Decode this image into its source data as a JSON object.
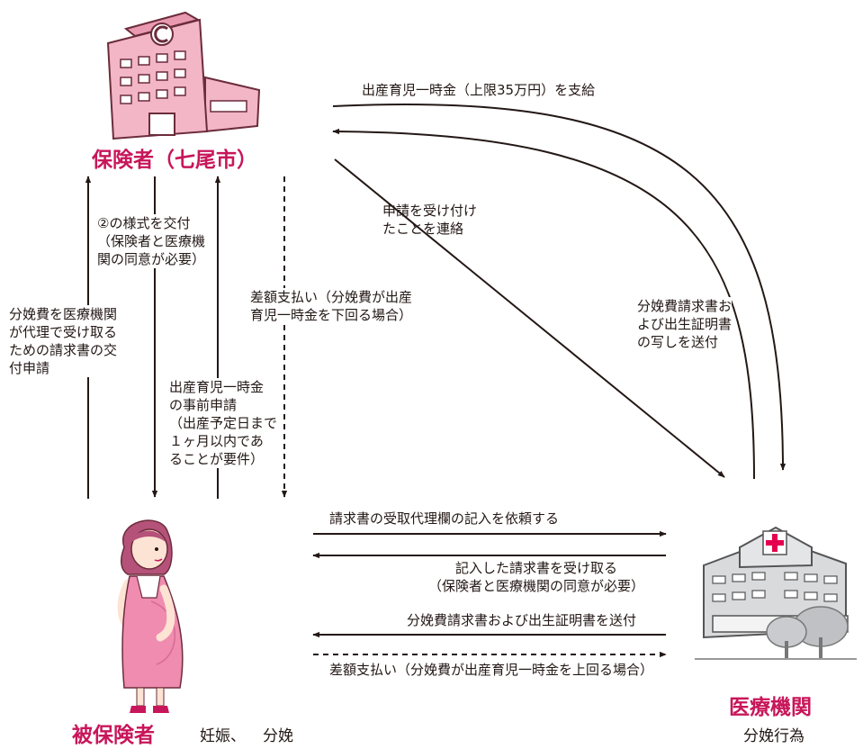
{
  "actors": {
    "insurer": "保険者（七尾市）",
    "insured": "被保険者",
    "insured_note_1": "妊娠、",
    "insured_note_2": "分娩",
    "hospital": "医療機関",
    "hospital_note": "分娩行為"
  },
  "flows": {
    "payment": "出産育児一時金（上限35万円）を支給",
    "notify": "申請を受け付け\nたことを連絡",
    "hospital_send": "分娩費請求書お\nよび出生証明書\nの写しを送付",
    "request_apply": "分娩費を医療機関\nが代理で受け取る\nための請求書の交\n付申請",
    "form_issue": "②の様式を交付\n（保険者と医療機\n関の同意が必要）",
    "pre_apply": "出産育児一時金\nの事前申請\n（出産予定日まで\n１ヶ月以内であ\nることが要件）",
    "diff_insurer": "差額支払い（分娩費が出産\n育児一時金を下回る場合）",
    "ask_fill": "請求書の受取代理欄の記入を依頼する",
    "receive_form": "記入した請求書を受け取る",
    "receive_form_note": "（保険者と医療機関の同意が必要）",
    "send_docs": "分娩費請求書および出生証明書を送付",
    "diff_hospital": "差額支払い（分娩費が出産育児一時金を上回る場合）"
  },
  "colors": {
    "accent": "#c8165a",
    "building_pink": "#f2b6c6",
    "building_outline": "#6b2c3b",
    "hospital_gray": "#d9dadc",
    "cross_red": "#e5004f",
    "woman_dress": "#f08cb0",
    "skin": "#fde3d3",
    "hair": "#b5527a",
    "line": "#231815"
  },
  "icons": {
    "insurer": "city-hall-building-icon",
    "hospital": "hospital-building-icon",
    "insured": "pregnant-woman-icon"
  }
}
